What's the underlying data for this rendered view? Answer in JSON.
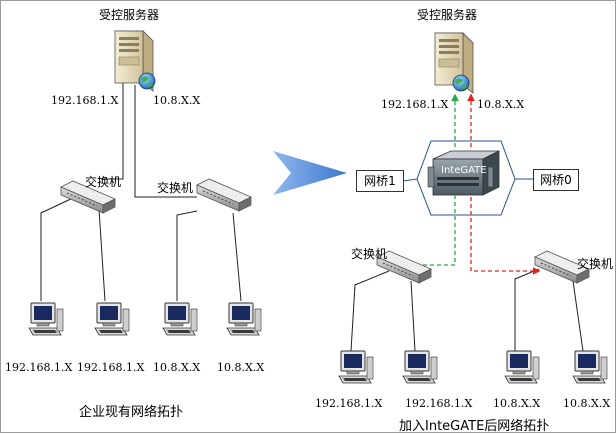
{
  "left": {
    "server_label": "受控服务器",
    "ip_a": "192.168.1.X",
    "ip_b": "10.8.X.X",
    "switch_label": "交换机",
    "pc_ips": [
      "192.168.1.X",
      "192.168.1.X",
      "10.8.X.X",
      "10.8.X.X"
    ],
    "caption": "企业现有网络拓扑"
  },
  "right": {
    "server_label": "受控服务器",
    "ip_a": "192.168.1.X",
    "ip_b": "10.8.X.X",
    "device_label": "InteGATE",
    "bridge_left": "网桥1",
    "bridge_right": "网桥0",
    "switch_label": "交换机",
    "pc_ips": [
      "192.168.1.X",
      "192.168.1.X",
      "10.8.X.X",
      "10.8.X.X"
    ],
    "caption": "加入InteGATE后网络拓扑"
  },
  "colors": {
    "green_flow": "#22aa44",
    "red_flow": "#e02020",
    "arrow": "#5b8fd6"
  }
}
